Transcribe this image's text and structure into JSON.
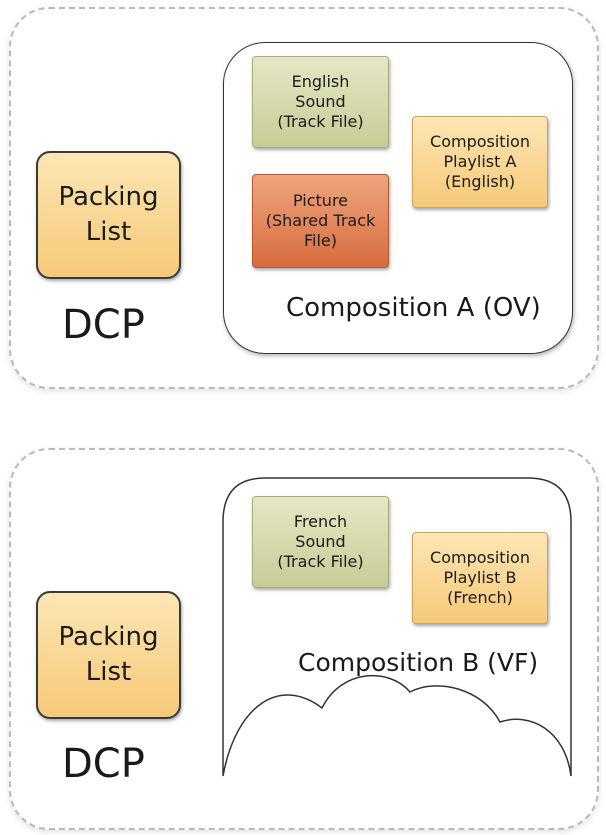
{
  "dcp_a": {
    "packing_list": "Packing\nList",
    "dcp_label": "DCP",
    "composition_label": "Composition A (OV)",
    "english_sound": "English\nSound\n(Track File)",
    "picture": "Picture\n(Shared Track\nFile)",
    "playlist": "Composition\nPlaylist A\n(English)"
  },
  "dcp_b": {
    "packing_list": "Packing\nList",
    "dcp_label": "DCP",
    "composition_label": "Composition B (VF)",
    "french_sound": "French\nSound\n(Track File)",
    "playlist": "Composition\nPlaylist B\n(French)"
  },
  "colors": {
    "yellow": "#f6c978",
    "green": "#c7cc96",
    "orange": "#d86b3e"
  }
}
